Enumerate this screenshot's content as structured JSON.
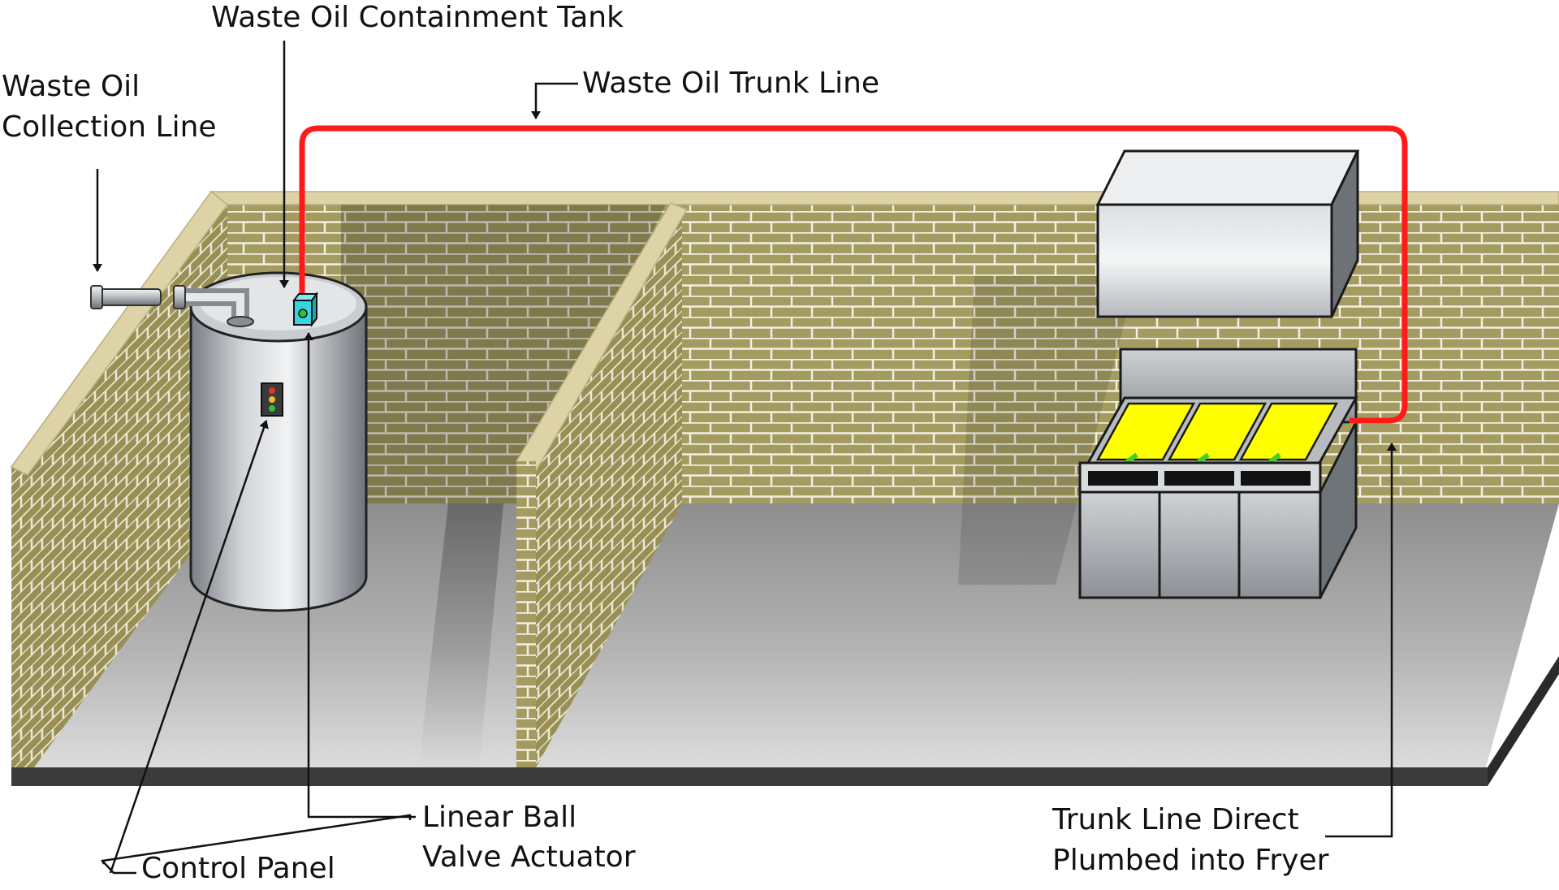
{
  "labels": {
    "containment_tank": "Waste Oil Containment Tank",
    "trunk_line": "Waste Oil Trunk Line",
    "collection_line_1": "Waste Oil",
    "collection_line_2": "Collection Line",
    "valve_actuator_1": "Linear Ball",
    "valve_actuator_2": "Valve Actuator",
    "control_panel": "Control Panel",
    "direct_plumbed_1": "Trunk Line Direct",
    "direct_plumbed_2": "Plumbed into Fryer"
  },
  "colors": {
    "trunk_line": "#ff1a1a",
    "brick": "#a39b60",
    "mortar": "#f2efe3",
    "wall_cap": "#ddd3a6",
    "floor": "#b9b9b9",
    "fry_oil": "#ffff00",
    "actuator": "#33d6e0"
  },
  "icons": [
    "arrow-down-icon",
    "arrow-up-icon",
    "control-light-icon",
    "valve-actuator-icon"
  ]
}
